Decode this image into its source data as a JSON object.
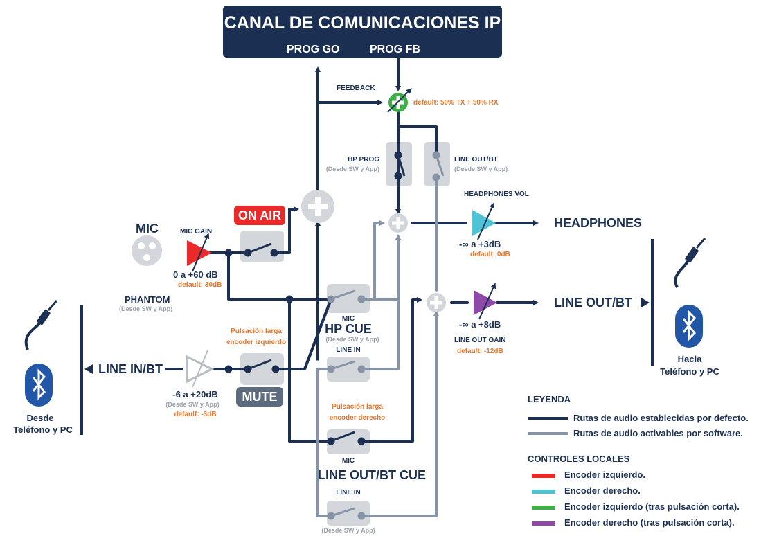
{
  "header": {
    "title": "CANAL DE COMUNICACIONES IP",
    "prog_go": "PROG GO",
    "prog_fb": "PROG FB"
  },
  "feedback": {
    "label": "FEEDBACK",
    "default": "default: 50% TX + 50% RX"
  },
  "hp_prog": {
    "label": "HP PROG",
    "note": "(Desde SW y App)"
  },
  "line_out_bt_switch": {
    "label": "LINE OUT/BT",
    "note": "(Desde SW y App)"
  },
  "headphones": {
    "vol_label": "HEADPHONES VOL",
    "output": "HEADPHONES",
    "range": "-∞ a +3dB",
    "default": "default: 0dB"
  },
  "mic": {
    "label": "MIC",
    "gain_label": "MIC GAIN",
    "range": "0 a +60 dB",
    "default": "default: 30dB",
    "phantom": "PHANTOM",
    "phantom_note": "(Desde SW y App)"
  },
  "on_air": "ON AIR",
  "mute": "MUTE",
  "hp_cue": {
    "mic_label": "MIC",
    "title": "HP CUE",
    "note": "(Desde SW y App)",
    "line_in_label": "LINE  IN"
  },
  "left_press": {
    "line1": "Pulsación larga",
    "line2": "encoder izquierdo"
  },
  "right_press": {
    "line1": "Pulsación larga",
    "line2": "encoder derecho"
  },
  "line_in": {
    "label": "LINE IN/BT",
    "range": "-6 a +20dB",
    "note": "(Desde SW y App)",
    "default": "defaulf: -3dB"
  },
  "line_out": {
    "output": "LINE OUT/BT",
    "range": "-∞ a +8dB",
    "gain_label": "LINE OUT GAIN",
    "default": "default: -12dB"
  },
  "line_out_cue": {
    "mic_label": "MIC",
    "title": "LINE OUT/BT CUE",
    "line_in_label": "LINE IN",
    "note": "(Desde SW y App)"
  },
  "source": {
    "line1": "Desde",
    "line2": "Teléfono y PC"
  },
  "dest": {
    "line1": "Hacia",
    "line2": "Teléfono y PC"
  },
  "legend": {
    "title": "LEYENDA",
    "default_routes": "Rutas de audio establecidas por defecto.",
    "software_routes": "Rutas de audio activables por software.",
    "controls_title": "CONTROLES LOCALES",
    "controls": [
      {
        "label": "Encoder izquierdo.",
        "color": "#ea2a2a"
      },
      {
        "label": "Encoder derecho.",
        "color": "#4fc3d6"
      },
      {
        "label": "Encoder izquierdo (tras pulsación corta).",
        "color": "#3fae49"
      },
      {
        "label": "Encoder derecho  (tras pulsación corta).",
        "color": "#8e4aa8"
      }
    ]
  },
  "colors": {
    "navy": "#1b2f52",
    "gray_route": "#8694a6",
    "box": "#d3d6da",
    "orange": "#e7782e",
    "bluetooth": "#2256a6"
  }
}
